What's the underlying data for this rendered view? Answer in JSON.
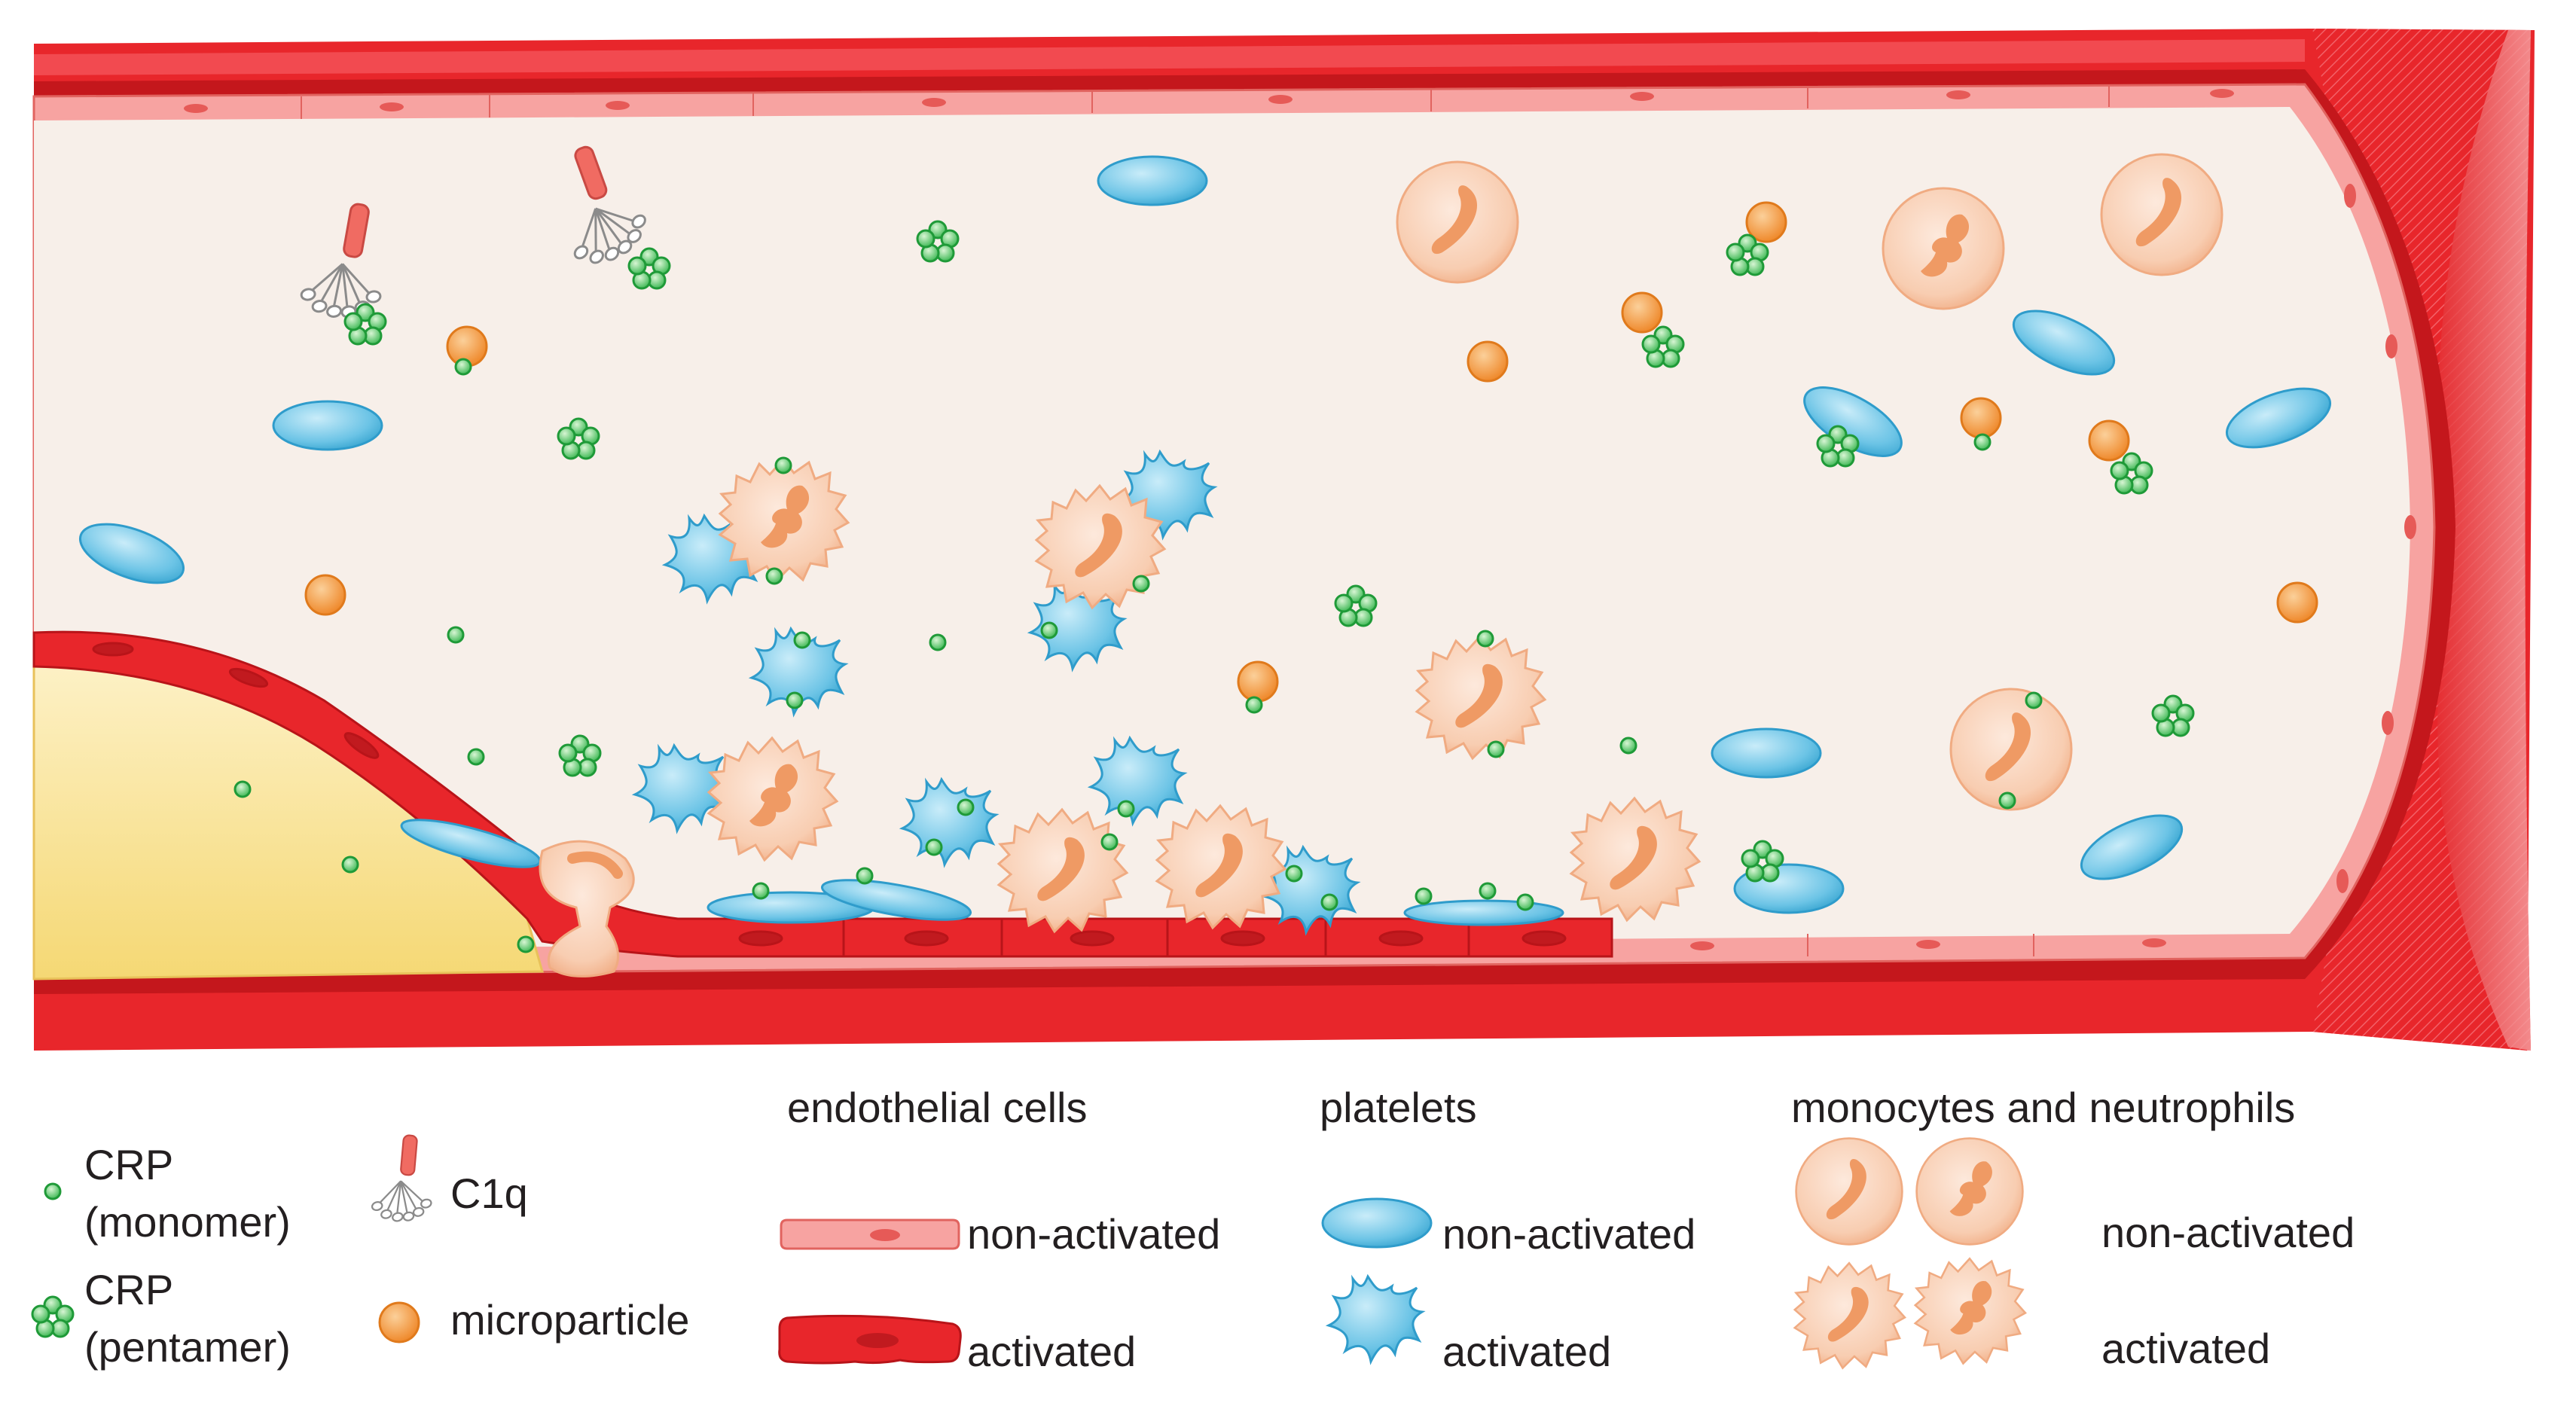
{
  "legend": {
    "crp_monomer": {
      "line1": "CRP",
      "line2": "(monomer)",
      "icon": "crp-monomer-icon"
    },
    "crp_pentamer": {
      "line1": "CRP",
      "line2": "(pentamer)",
      "icon": "crp-pentamer-icon"
    },
    "c1q": {
      "label": "C1q",
      "icon": "c1q-icon"
    },
    "microparticle": {
      "label": "microparticle",
      "icon": "microparticle-icon"
    },
    "endothelial": {
      "title": "endothelial cells",
      "non_activated": "non-activated",
      "activated": "activated"
    },
    "platelets": {
      "title": "platelets",
      "non_activated": "non-activated",
      "activated": "activated"
    },
    "leukocytes": {
      "title": "monocytes and neutrophils",
      "non_activated": "non-activated",
      "activated": "activated"
    }
  },
  "colors": {
    "vessel_wall": "#e8262b",
    "vessel_wall_light": "#f4656a",
    "endothelium": "#f7a3a1",
    "lumen": "#f7efe9",
    "plaque": "#fbe7a0",
    "platelet": "#6cc4e6",
    "leukocyte": "#f6c6a6",
    "leukocyte_nucleus": "#ef9a64",
    "microparticle": "#f49a3c",
    "crp": "#2db34a"
  }
}
